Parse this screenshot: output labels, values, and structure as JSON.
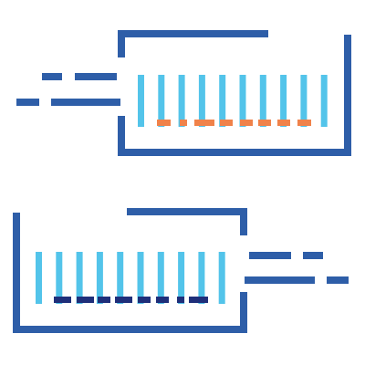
{
  "illustration": {
    "icon": "barcode-scanner-transfer-icon",
    "colors": {
      "frame": "#2e5ea8",
      "bars": "#53c4ea",
      "speed_lines": "#2e5ea8",
      "upper_code": "#f0824a",
      "lower_code": "#1f2f7a"
    },
    "upper_panel": {
      "name": "incoming-barcode-panel",
      "bar_count": 10
    },
    "lower_panel": {
      "name": "outgoing-barcode-panel",
      "bar_count": 10
    }
  }
}
